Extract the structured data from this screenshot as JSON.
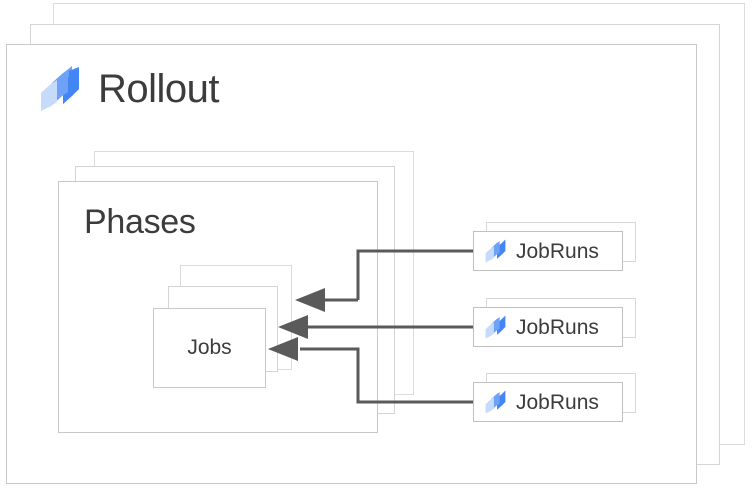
{
  "diagram": {
    "title": "Rollout",
    "title_icon": "rollout-logo-icon",
    "phases": {
      "title": "Phases",
      "stack_count": 3
    },
    "jobs": {
      "title": "Jobs",
      "stack_count": 3
    },
    "jobruns": [
      {
        "label": "JobRuns",
        "icon": "jobrun-logo-icon"
      },
      {
        "label": "JobRuns",
        "icon": "jobrun-logo-icon"
      },
      {
        "label": "JobRuns",
        "icon": "jobrun-logo-icon"
      }
    ],
    "connectors": [
      {
        "from": "jobruns.0",
        "to": "jobs.layer-back",
        "style": "elbow-arrow"
      },
      {
        "from": "jobruns.1",
        "to": "jobs.layer-middle",
        "style": "straight-arrow"
      },
      {
        "from": "jobruns.2",
        "to": "jobs.layer-front",
        "style": "elbow-arrow"
      }
    ],
    "colors": {
      "logo_dark_blue": "#4285f4",
      "logo_mid_blue": "#6ea2f7",
      "logo_light_blue": "#c6dafc",
      "card_border": "#c8c8c8",
      "text": "#3c3c3c",
      "connector": "#5a5a5a",
      "background": "#ffffff"
    }
  }
}
